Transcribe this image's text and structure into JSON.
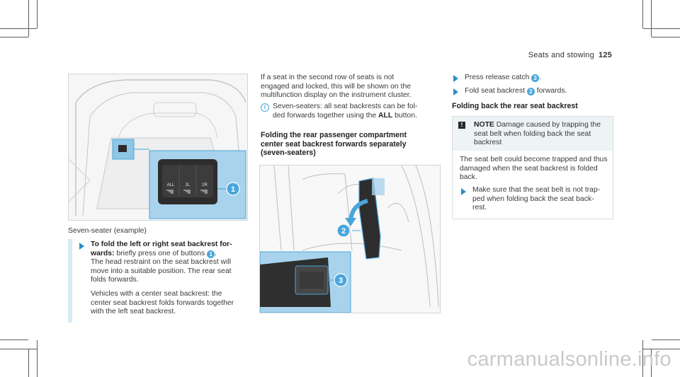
{
  "header": {
    "section": "Seats and stowing",
    "page": "125"
  },
  "left": {
    "caption": "Seven-seater (example)",
    "step1_bold": "To fold the left or right seat backrest for-wards:",
    "step1_text": "briefly press one of buttons",
    "step1_ref": "1",
    "step1_tail": ".",
    "step1_more": [
      "The head restraint on the seat backrest will",
      "move into a suitable position. The rear seat",
      "folds forwards."
    ],
    "step1_para2": [
      "Vehicles with a center seat backrest: the",
      "center seat backrest folds forwards together",
      "with the left seat backrest."
    ],
    "button_labels": [
      "ALL",
      "2L",
      "2R"
    ],
    "callout": "1"
  },
  "middle": {
    "para_lines": [
      "If a seat in the second row of seats is not",
      "engaged and locked, this will be shown on the",
      "multifunction display on the instrument cluster."
    ],
    "info_lines_a": "Seven-seaters: all seat backrests can be fol-",
    "info_lines_b1": "ded forwards together using the ",
    "info_lines_b_bold": "ALL",
    "info_lines_b2": " button.",
    "heading_lines": [
      "Folding the rear passenger compartment",
      "center seat backrest forwards separately",
      "(seven-seaters)"
    ],
    "callout_2": "2",
    "callout_3": "3"
  },
  "right": {
    "step_a": "Press release catch",
    "step_a_ref": "3",
    "step_b": "Fold seat backrest",
    "step_b_ref": "2",
    "step_b_tail": "forwards.",
    "heading": "Folding back the rear seat backrest",
    "note_label": "NOTE",
    "note_title_1": "Damage caused by trapping the",
    "note_title_2": "seat belt when folding back the seat",
    "note_title_3": "backrest",
    "note_body": [
      "The seat belt could become trapped and thus",
      "damaged when the seat backrest is folded",
      "back."
    ],
    "note_step": [
      "Make sure that the seat belt is not trap-",
      "ped when folding back the seat back-",
      "rest."
    ]
  },
  "watermark": "carmanualsonline.info",
  "colors": {
    "accent": "#4aa6da",
    "highlight_panel": "#a9d3ec",
    "bar": "#d7eaf5"
  }
}
